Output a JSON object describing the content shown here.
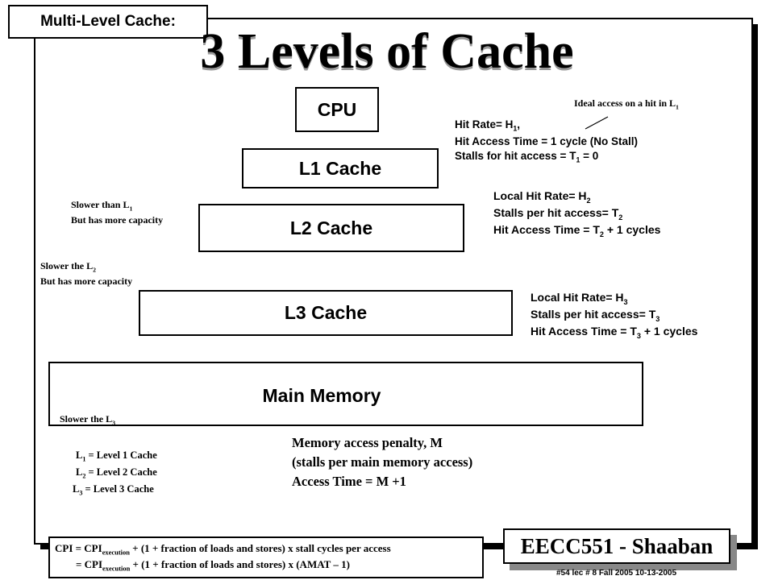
{
  "tag": "Multi-Level Cache:",
  "title": "3 Levels of Cache",
  "boxes": {
    "cpu": "CPU",
    "l1": "L1 Cache",
    "l2": "L2 Cache",
    "l3": "L3 Cache",
    "main": "Main Memory"
  },
  "ideal": {
    "text": "Ideal access on a hit in L",
    "sub": "1"
  },
  "l1_notes": {
    "line1_a": "Hit Rate= H",
    "line1_sub": "1",
    "line1_b": ",",
    "line2": "Hit Access Time = 1 cycle (No Stall)",
    "line3_a": "Stalls for hit access = T",
    "line3_sub": "1",
    "line3_b": " = 0"
  },
  "l2_notes": {
    "line1_a": "Local Hit Rate= H",
    "line1_sub": "2",
    "line2_a": "Stalls per hit access= T",
    "line2_sub": "2",
    "line3_a": "Hit Access Time = T",
    "line3_sub": "2",
    "line3_b": " + 1 cycles"
  },
  "l3_notes": {
    "line1_a": "Local Hit Rate= H",
    "line1_sub": "3",
    "line2_a": "Stalls per hit access= T",
    "line2_sub": "3",
    "line3_a": "Hit Access Time = T",
    "line3_sub": "3",
    "line3_b": " + 1 cycles"
  },
  "slower_l1": {
    "line1_a": "Slower than L",
    "line1_sub": "1",
    "line2": "But has more capacity"
  },
  "slower_l2": {
    "line1_a": "Slower the L",
    "line1_sub": "2",
    "line2": "But has more capacity"
  },
  "slower_l3": {
    "text": "Slower the L",
    "sub": "3"
  },
  "memory": {
    "line1": "Memory access penalty, M",
    "line2": "(stalls per main memory access)",
    "line3": "Access Time = M +1"
  },
  "legend": [
    {
      "a": "L",
      "sub": "1",
      "b": " =  Level 1 Cache"
    },
    {
      "a": "L",
      "sub": "2",
      "b": " =  Level 2 Cache"
    },
    {
      "a": "L",
      "sub": "3",
      "b": " =  Level 3 Cache"
    }
  ],
  "cpi": {
    "l1_a": "CPI = CPI",
    "l1_sub": "execution",
    "l1_b": " +  (1 + fraction of loads and stores) x stall cycles per access",
    "l2_a": "= CPI",
    "l2_sub": "execution",
    "l2_b": " +  (1 + fraction of loads and stores) x (AMAT – 1)"
  },
  "badge": "EECC551 - Shaaban",
  "footer": "#54   lec # 8   Fall 2005  10-13-2005"
}
